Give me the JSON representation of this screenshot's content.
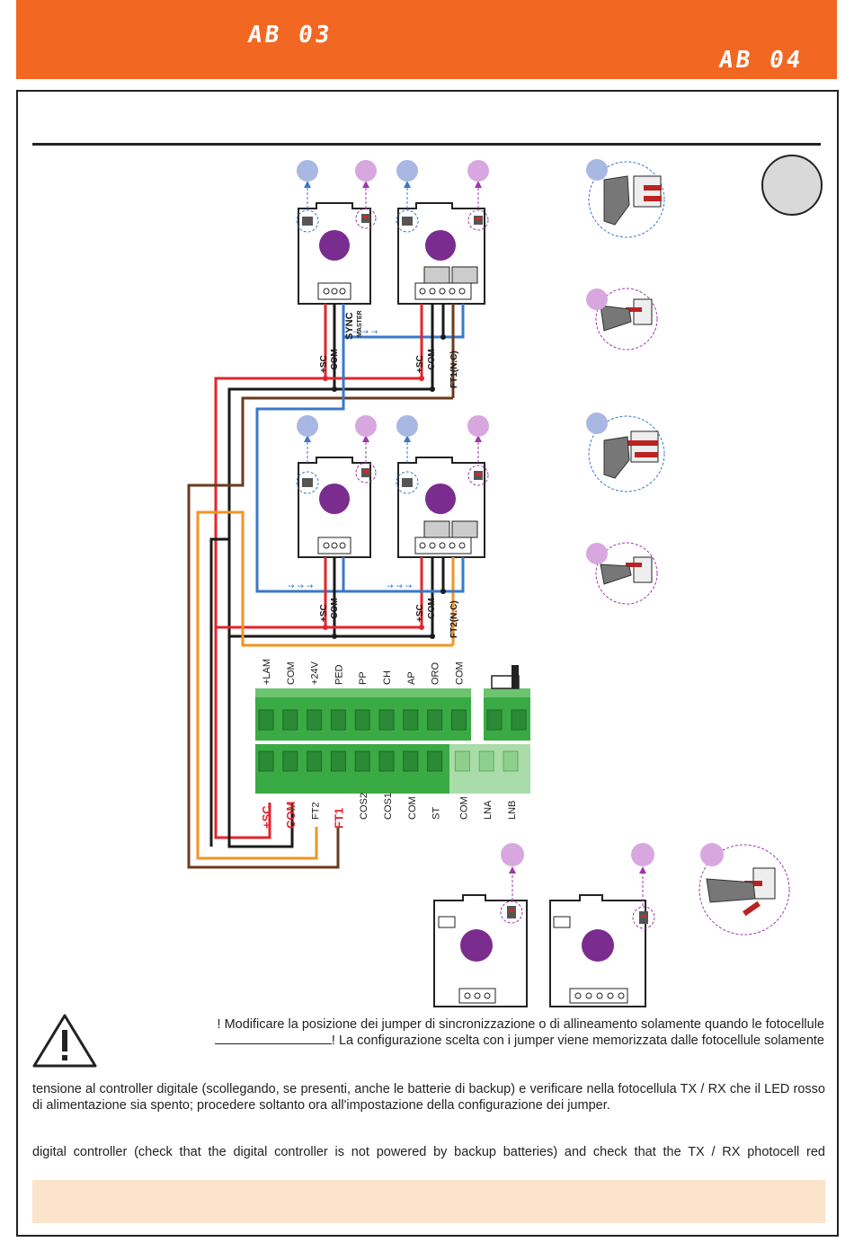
{
  "header": {
    "code_left": "AB 03",
    "code_right": "AB 04",
    "bar_color": "#f26722"
  },
  "colors": {
    "red": "#e0262d",
    "black": "#1a1a1a",
    "blue": "#3a78c9",
    "brown": "#6b3a1e",
    "orange": "#f39323",
    "sync_circle": "#a9b8e3",
    "align_circle": "#d8a7e0",
    "terminal_green": "#3aaa45",
    "terminal_light": "#a9dca8",
    "note_bar": "#fce3cc"
  },
  "photocell_labels": {
    "pair1_tx": [
      "+SC",
      "-COM"
    ],
    "pair1_sync": [
      "SYNC",
      "MASTER"
    ],
    "pair1_rx": [
      "+SC",
      "-COM",
      "FT1(N.C)"
    ],
    "pair2_tx": [
      "+SC",
      "-COM"
    ],
    "pair2_rx": [
      "+SC",
      "-COM",
      "FT2(N.C)"
    ]
  },
  "terminal_top": [
    "+LAM",
    "COM",
    "+24V",
    "PED",
    "PP",
    "CH",
    "AP",
    "ORO",
    "COM"
  ],
  "terminal_bottom": [
    "+SC",
    "COM",
    "FT2",
    "FT1",
    "COS2",
    "COS1",
    "COM",
    "ST",
    "COM",
    "LNA",
    "LNB"
  ],
  "warning": {
    "line1": "! Modificare la posizione dei jumper di sincronizzazione o di allineamento solamente quando le fotocellule",
    "line2": "! La configurazione scelta con i jumper viene memorizzata dalle fotocellule solamente"
  },
  "paragraph_it": "tensione al controller digitale (scollegando, se presenti, anche le batterie di backup) e verificare nella fotocellula TX / RX che il LED rosso di alimentazione sia spento; procedere soltanto ora all'impostazione della configurazione dei jumper.",
  "paragraph_en": "digital controller (check that the digital controller is not powered by backup batteries) and check that the TX / RX photocell red"
}
